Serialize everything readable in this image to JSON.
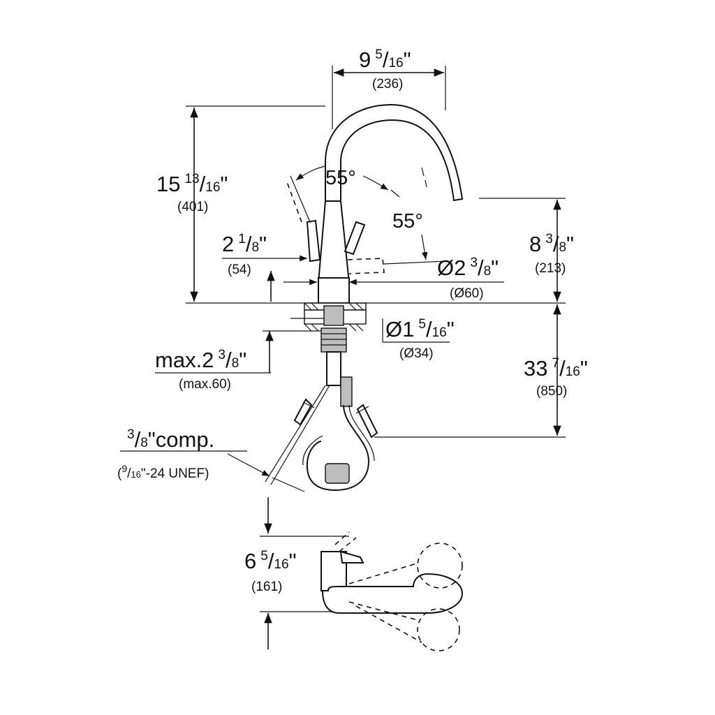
{
  "dimensions": {
    "spout_reach": {
      "whole": "9",
      "num": "5",
      "den": "16",
      "unit": "\"",
      "mm": "(236)"
    },
    "total_height": {
      "whole": "15",
      "num": "13",
      "den": "16",
      "unit": "\"",
      "mm": "(401)"
    },
    "swivel_angle_1": {
      "text": "55°"
    },
    "swivel_angle_2": {
      "text": "55°"
    },
    "handle_offset": {
      "whole": "2",
      "num": "1",
      "den": "8",
      "unit": "\"",
      "mm": "(54)"
    },
    "base_diameter": {
      "whole": "Ø2",
      "num": "3",
      "den": "8",
      "unit": "\"",
      "mm": "(Ø60)"
    },
    "spout_height": {
      "whole": "8",
      "num": "3",
      "den": "8",
      "unit": "\"",
      "mm": "(213)"
    },
    "hole_diameter": {
      "whole": "Ø1",
      "num": "5",
      "den": "16",
      "unit": "\"",
      "mm": "(Ø34)"
    },
    "max_deck_thickness": {
      "whole": "max.2",
      "num": "3",
      "den": "8",
      "unit": "\"",
      "mm": "(max.60)"
    },
    "hose_length": {
      "whole": "33",
      "num": "7",
      "den": "16",
      "unit": "\"",
      "mm": "(850)"
    },
    "connection": {
      "num": "3",
      "den": "8",
      "suffix": "\"comp.",
      "sub_num": "9",
      "sub_den": "16",
      "sub_suffix": "\"-24 UNEF)"
    },
    "spray_head_height": {
      "whole": "6",
      "num": "5",
      "den": "16",
      "unit": "\"",
      "mm": "(161)"
    }
  },
  "colors": {
    "line": "#111111",
    "fill_grey": "#bdbdbd",
    "background": "#ffffff"
  }
}
